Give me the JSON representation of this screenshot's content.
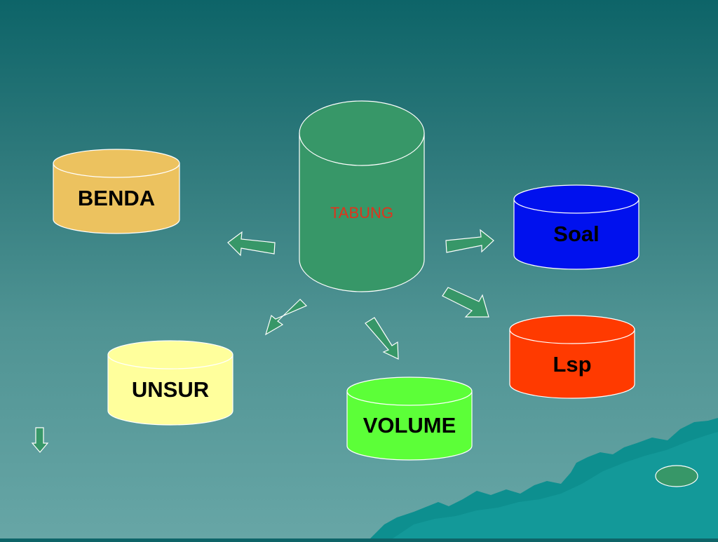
{
  "center": {
    "label": "TABUNG",
    "label_color": "#e0331c",
    "fill": "#379768"
  },
  "nodes": [
    {
      "id": "benda",
      "label": "BENDA",
      "fill": "#ecc25f"
    },
    {
      "id": "soal",
      "label": "Soal",
      "fill": "#0011ee"
    },
    {
      "id": "lsp",
      "label": "Lsp",
      "fill": "#ff3a00"
    },
    {
      "id": "volume",
      "label": "VOLUME",
      "fill": "#5cff38"
    },
    {
      "id": "unsur",
      "label": "UNSUR",
      "fill": "#ffff9c"
    }
  ],
  "colors": {
    "arrow": "#379768",
    "background_top": "#0d6468",
    "background_bottom": "#67a6a6",
    "mountain": "#0d8f8f",
    "stroke": "#ffffff"
  },
  "icons": [
    "down-arrow-icon",
    "oval-button-icon",
    "mountain-decoration"
  ]
}
